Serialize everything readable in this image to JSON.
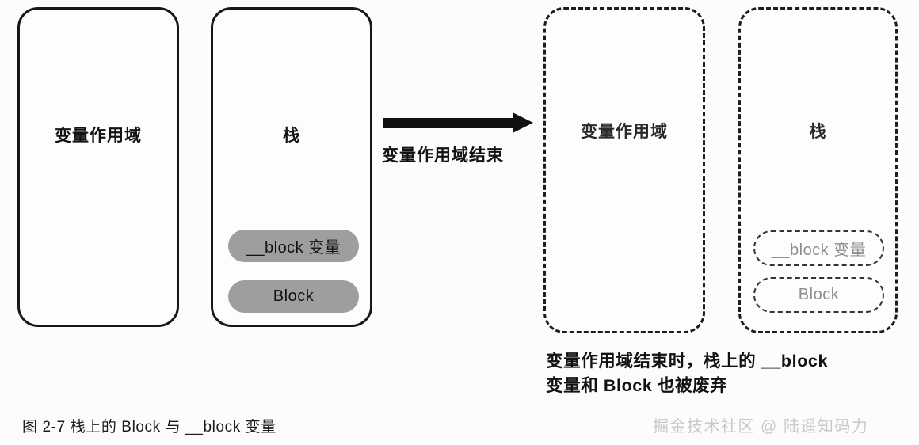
{
  "figure": {
    "caption": "图 2-7 栈上的 Block 与 __block 变量",
    "watermark": "掘金技术社区 @ 陆遥知码力",
    "colors": {
      "background": "#fcfcfc",
      "stroke": "#17171a",
      "pill_fill": "#9e9e9e",
      "faded_text": "#8e8e92",
      "watermark": "#c9c9cc"
    }
  },
  "before": {
    "scope_box": {
      "title": "变量作用域",
      "style": "solid"
    },
    "stack_box": {
      "title": "栈",
      "style": "solid",
      "items": [
        {
          "label": "__block 变量",
          "style": "filled"
        },
        {
          "label": "Block",
          "style": "filled"
        }
      ]
    }
  },
  "transition": {
    "arrow_label": "变量作用域结束",
    "arrow_direction": "right"
  },
  "after": {
    "scope_box": {
      "title": "变量作用域",
      "style": "dashed"
    },
    "stack_box": {
      "title": "栈",
      "style": "dashed",
      "items": [
        {
          "label": "__block 变量",
          "style": "dashed"
        },
        {
          "label": "Block",
          "style": "dashed"
        }
      ]
    },
    "note": {
      "line1": "变量作用域结束时，栈上的 __block",
      "line2": "变量和 Block 也被废弃"
    }
  }
}
